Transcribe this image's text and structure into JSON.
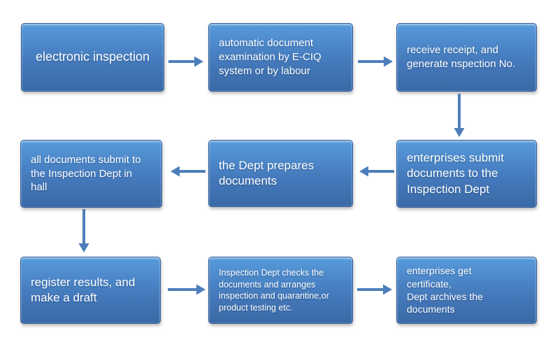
{
  "flowchart": {
    "title": "",
    "nodes": [
      {
        "id": "electronic-inspection",
        "text": "electronic inspection"
      },
      {
        "id": "automatic-examination",
        "text": "automatic document\nexamination by E-CIQ\nsystem or by  labour"
      },
      {
        "id": "receive-receipt",
        "text": "receive receipt, and\ngenerate  nspection No."
      },
      {
        "id": "enterprises-submit",
        "text": "enterprises submit\ndocuments to the\nInspection Dept"
      },
      {
        "id": "dept-prepares",
        "text": "the Dept prepares\ndocuments"
      },
      {
        "id": "submit-in-hall",
        "text": "all documents  submit  to\nthe Inspection Dept in\nhall"
      },
      {
        "id": "register-results",
        "text": "register results, and\nmake a draft"
      },
      {
        "id": "dept-checks",
        "text": "Inspection Dept checks the\ndocuments and arranges\ninspection and quarantine,or\nproduct testing etc."
      },
      {
        "id": "get-certificate",
        "text": "enterprises get\ncertificate,\nDept archives the\ndocuments"
      }
    ],
    "edges": [
      {
        "from": "electronic-inspection",
        "to": "automatic-examination",
        "direction": "right"
      },
      {
        "from": "automatic-examination",
        "to": "receive-receipt",
        "direction": "right"
      },
      {
        "from": "receive-receipt",
        "to": "enterprises-submit",
        "direction": "down"
      },
      {
        "from": "enterprises-submit",
        "to": "dept-prepares",
        "direction": "left"
      },
      {
        "from": "dept-prepares",
        "to": "submit-in-hall",
        "direction": "left"
      },
      {
        "from": "submit-in-hall",
        "to": "register-results",
        "direction": "down"
      },
      {
        "from": "register-results",
        "to": "dept-checks",
        "direction": "right"
      },
      {
        "from": "dept-checks",
        "to": "get-certificate",
        "direction": "right"
      }
    ],
    "colors": {
      "node_fill_top": "#579bdb",
      "node_fill_bottom": "#3a69a6",
      "node_border": "#2d5a96",
      "arrow": "#4d7ebb",
      "text": "#ffffff",
      "background": "#ffffff"
    }
  }
}
